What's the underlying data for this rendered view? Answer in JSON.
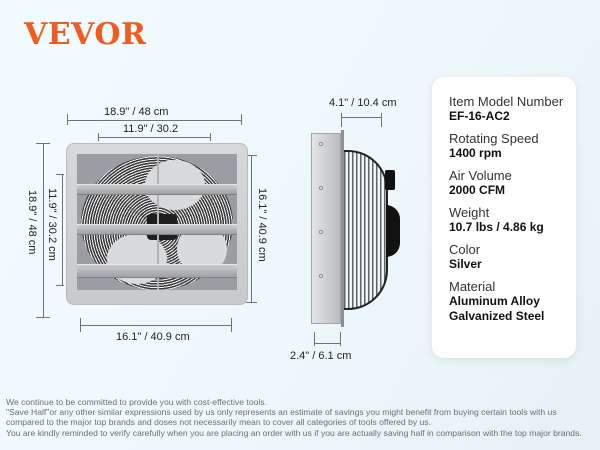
{
  "brand": {
    "logo_text": "VEVOR",
    "color": "#f25a1e"
  },
  "front_view": {
    "width_outer": "18.9\" / 48 cm",
    "width_inner": "11.9\" / 30.2",
    "height_outer": "18.9\" / 48 cm",
    "height_inner": "11.9\" / 30.2 cm",
    "height_right": "16.1\" / 40.9 cm",
    "width_bottom": "16.1\" / 40.9 cm"
  },
  "side_view": {
    "depth_top": "4.1\" / 10.4 cm",
    "depth_bottom": "2.4\" / 6.1 cm"
  },
  "specs": [
    {
      "label": "Item Model Number",
      "value": "EF-16-AC2"
    },
    {
      "label": "Rotating Speed",
      "value": "1400 rpm"
    },
    {
      "label": "Air Volume",
      "value": "2000 CFM"
    },
    {
      "label": "Weight",
      "value": "10.7 lbs / 4.86 kg"
    },
    {
      "label": "Color",
      "value": "Silver"
    },
    {
      "label": "Material",
      "value": "Aluminum Alloy",
      "value2": "Galvanized Steel"
    }
  ],
  "disclaimer": [
    "We continue to be committed to provide you with cost-effective tools.",
    "\"Save Half\"or any other similar expressions used by us only represents an estimate of savings you might benefit from buying certain tools with us",
    "compared to the major top brands and doses not necessarily mean to cover all categories of tools offered by us.",
    "You are kindly reminded to verify carefully when you are placing an order with us if you are actually saving half in comparison with the top major brands."
  ]
}
